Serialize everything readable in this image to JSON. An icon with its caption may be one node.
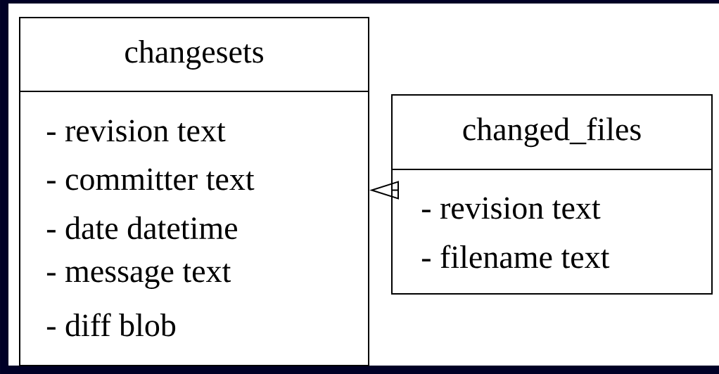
{
  "diagram": {
    "nodes": [
      {
        "text": [
          "changesets",
          "- revision text",
          "- committer text",
          "- date datetime",
          "- message text",
          "- diff blob"
        ]
      },
      {
        "text": [
          "changed_files",
          "- revision text",
          "- filename text"
        ]
      }
    ],
    "edges": [
      {
        "from": 1,
        "to": 0,
        "arrow": "to"
      }
    ]
  }
}
